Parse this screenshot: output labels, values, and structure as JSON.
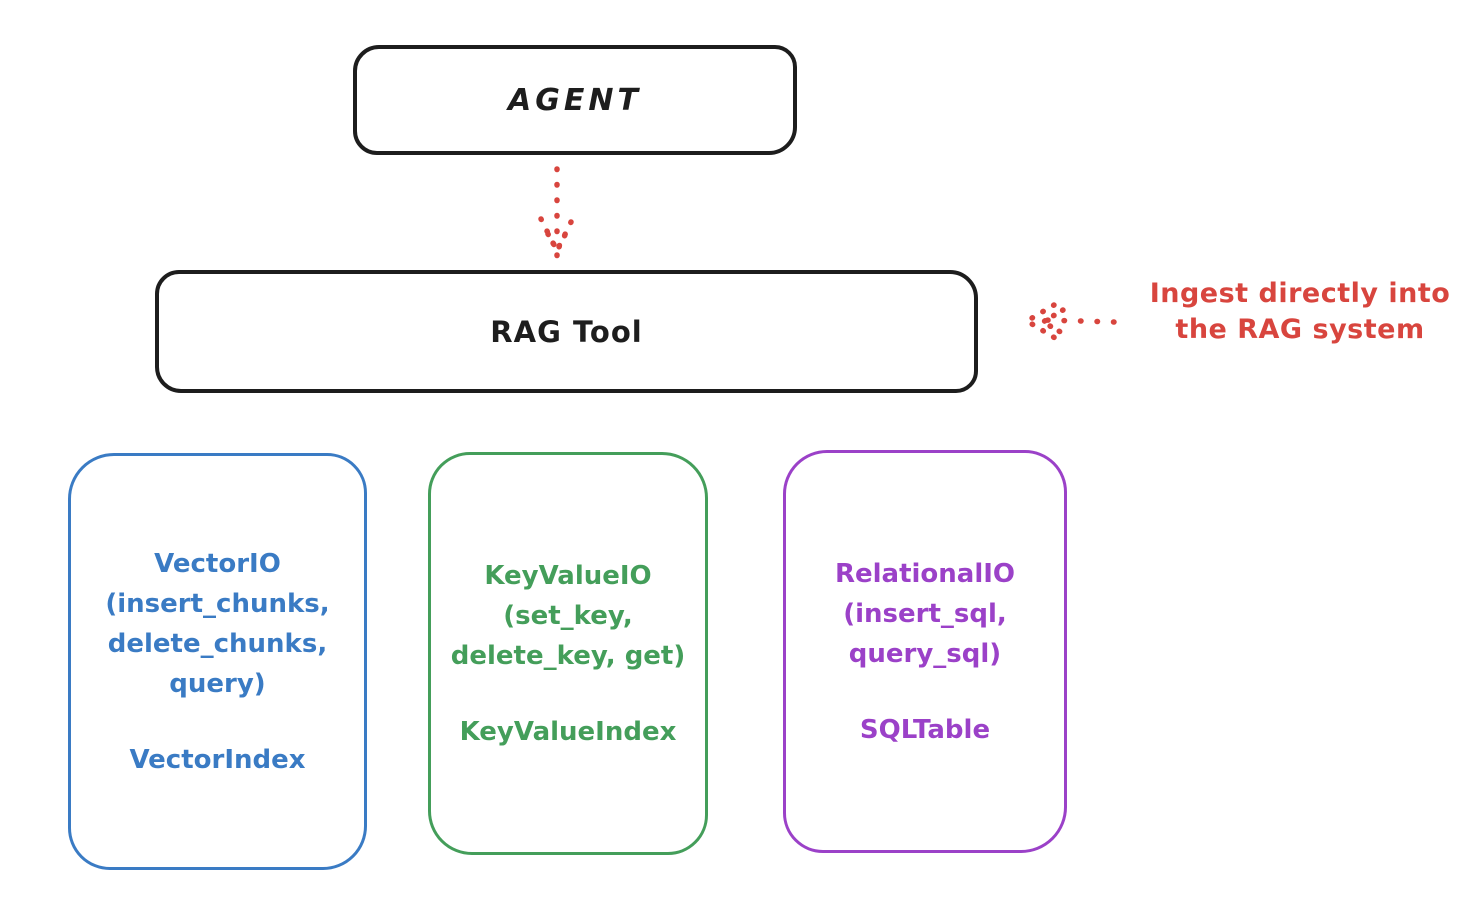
{
  "agent": {
    "label": "AGENT"
  },
  "rag_tool": {
    "label": "RAG Tool"
  },
  "annotation": {
    "line1": "Ingest directly into",
    "line2": "the RAG system"
  },
  "io_boxes": [
    {
      "name": "vector-io",
      "color": "#3a7bc4",
      "lines": [
        "VectorIO",
        "(insert_chunks,",
        "delete_chunks,",
        "query)"
      ],
      "index_label": "VectorIndex"
    },
    {
      "name": "keyvalue-io",
      "color": "#449e5a",
      "lines": [
        "KeyValueIO",
        "(set_key,",
        "delete_key, get)"
      ],
      "index_label": "KeyValueIndex"
    },
    {
      "name": "relational-io",
      "color": "#9b41c8",
      "lines": [
        "RelationalIO",
        "(insert_sql,",
        "query_sql)"
      ],
      "index_label": "SQLTable"
    }
  ],
  "colors": {
    "box_stroke": "#1d1d1d",
    "arrow_red": "#d8453e",
    "background": "#ffffff"
  }
}
